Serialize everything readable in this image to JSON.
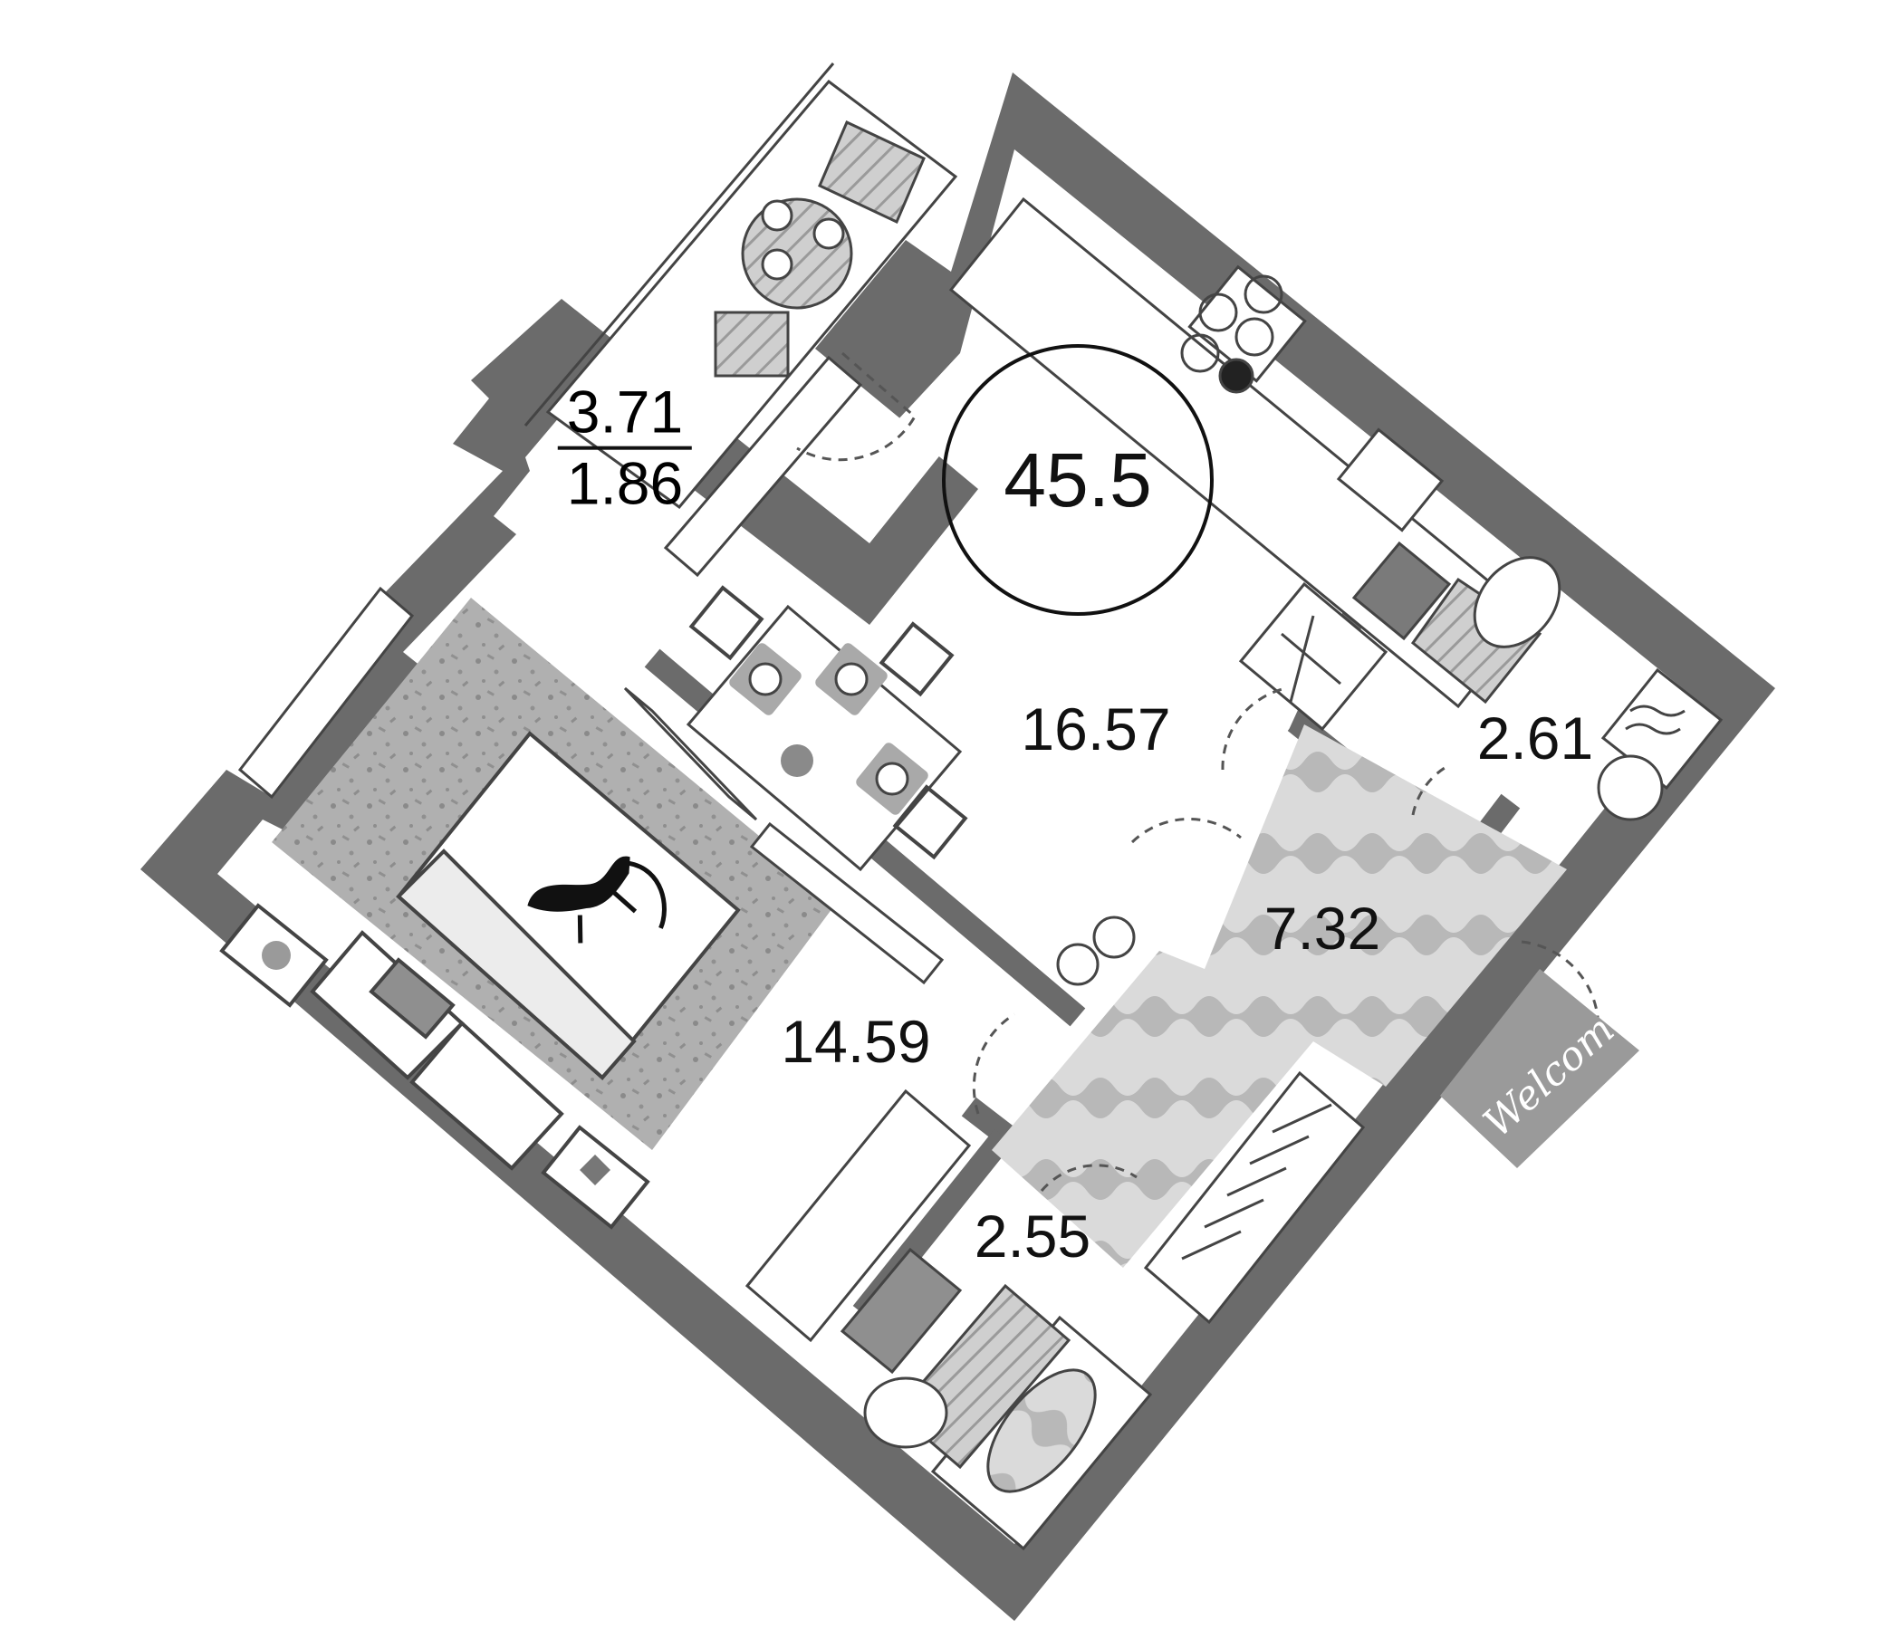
{
  "plan": {
    "total_area": "45.5",
    "rooms": {
      "kitchen_living": "16.57",
      "bedroom": "14.59",
      "hallway": "7.32",
      "toilet": "2.61",
      "bathroom": "2.55"
    },
    "balcony": {
      "area": "3.71",
      "reduced_area": "1.86"
    },
    "doormat_text": "Welcome"
  },
  "colors": {
    "wall": "#6b6b6b",
    "hatch": "#bdbdbd",
    "rug": "#a8a8a8",
    "furniture_stroke": "#444444",
    "hall_floor": "#d4d4d4"
  }
}
